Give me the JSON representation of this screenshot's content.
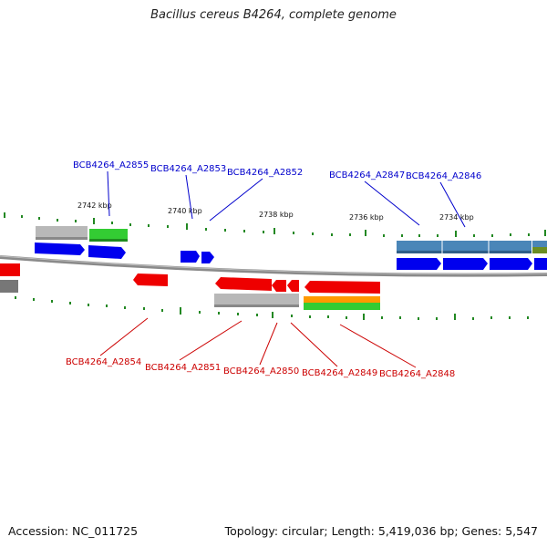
{
  "title": "Bacillus cereus B4264, complete genome",
  "footer": {
    "accession": "Accession: NC_011725",
    "summary": "Topology: circular; Length: 5,419,036 bp; Genes: 5,547"
  },
  "scale": {
    "unit": "kbp",
    "ticks": [
      {
        "label": "2742 kbp"
      },
      {
        "label": "2740 kbp"
      },
      {
        "label": "2738 kbp"
      },
      {
        "label": "2736 kbp"
      },
      {
        "label": "2734 kbp"
      }
    ]
  },
  "genes_top": [
    {
      "name": "BCB4264_A2855"
    },
    {
      "name": "BCB4264_A2853"
    },
    {
      "name": "BCB4264_A2852"
    },
    {
      "name": "BCB4264_A2847"
    },
    {
      "name": "BCB4264_A2846"
    }
  ],
  "genes_bottom": [
    {
      "name": "BCB4264_A2854"
    },
    {
      "name": "BCB4264_A2851"
    },
    {
      "name": "BCB4264_A2850"
    },
    {
      "name": "BCB4264_A2849"
    },
    {
      "name": "BCB4264_A2848"
    }
  ],
  "colors": {
    "forward_gene": "#0000ee",
    "reverse_gene": "#ee0000",
    "gray_feature": "#aaaaaa",
    "green_feature": "#33cc33",
    "orange_feature": "#ff9900",
    "steelblue_feature": "#4682b4",
    "olive_feature": "#6b8e23",
    "backbone": "#888888",
    "tick": "#228822",
    "label_forward": "#0000cc",
    "label_reverse": "#cc0000"
  }
}
